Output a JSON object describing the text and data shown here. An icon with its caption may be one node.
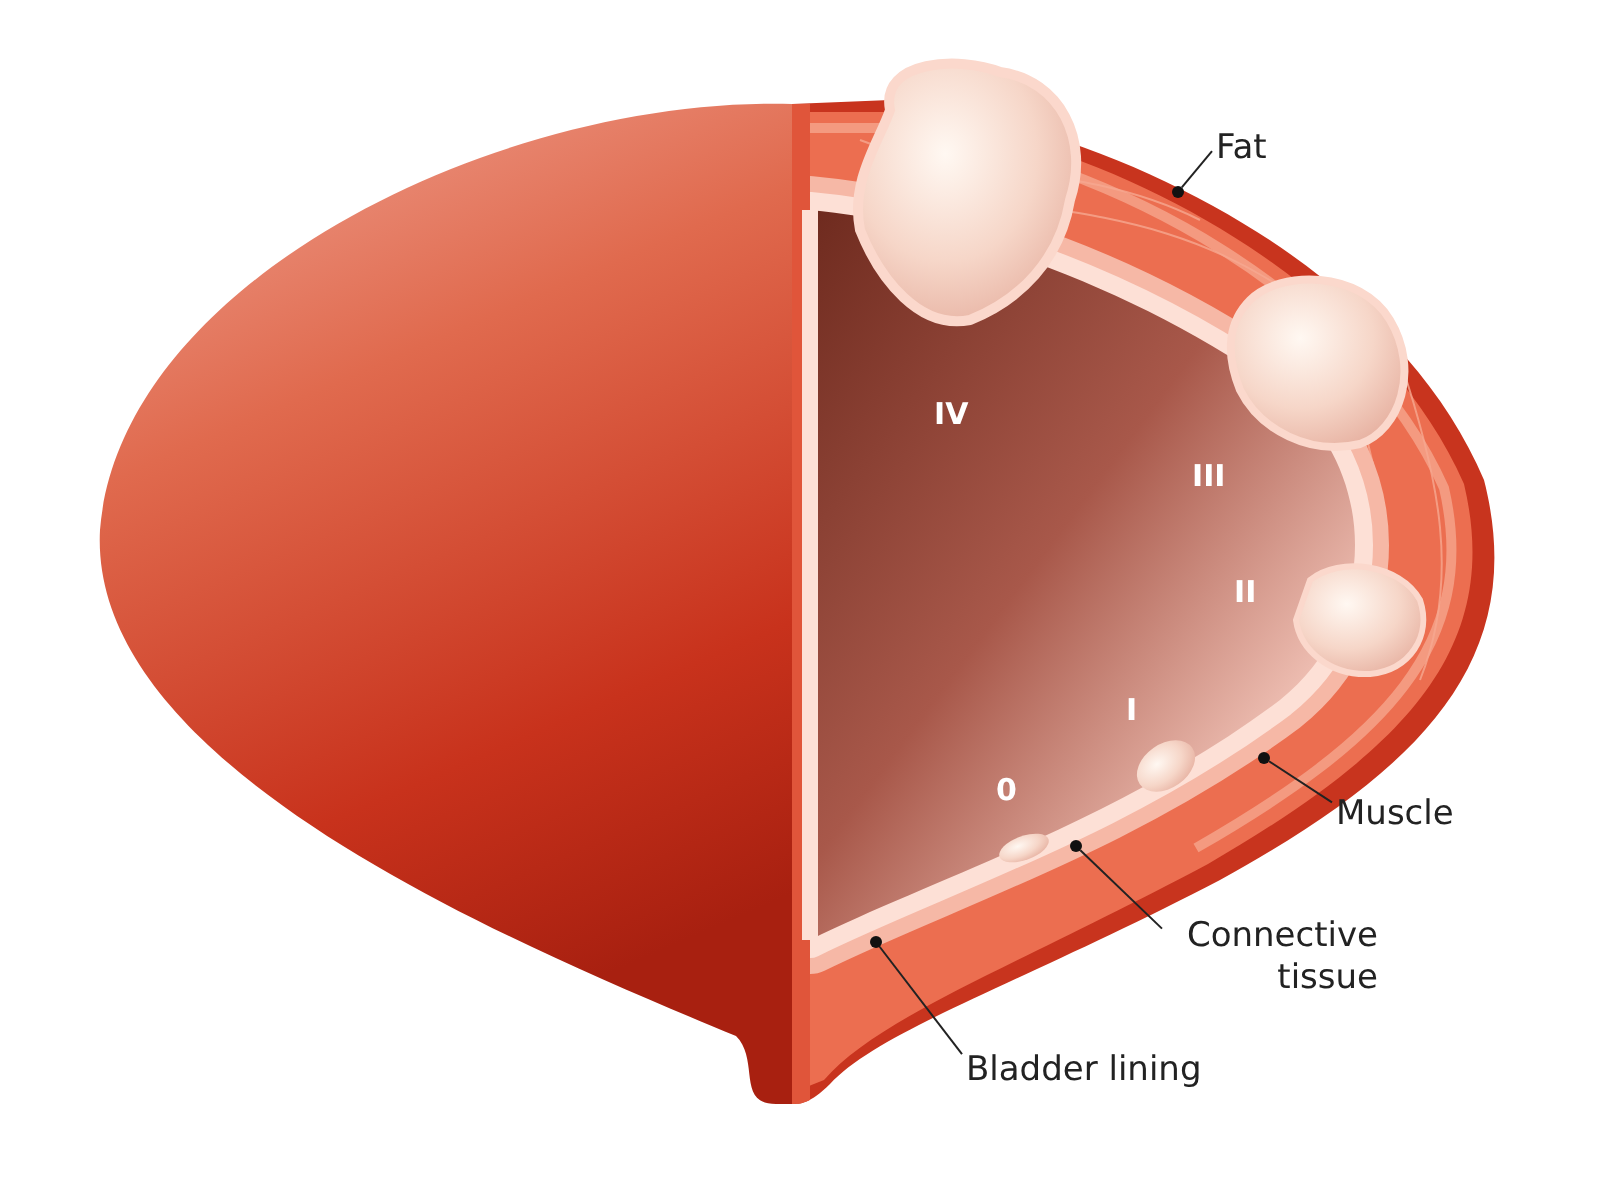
{
  "diagram": {
    "nodes": [
      {
        "text": [
          "Fat"
        ]
      },
      {
        "text": [
          "Muscle"
        ]
      },
      {
        "text": [
          "Connective tissue"
        ]
      },
      {
        "text": [
          "Bladder lining"
        ]
      },
      {
        "text": [],
        "shape": "circle"
      },
      {
        "text": [],
        "shape": "circle"
      },
      {
        "text": [],
        "shape": "circle"
      },
      {
        "text": [],
        "shape": "circle"
      }
    ],
    "edges": [
      {
        "from": 0,
        "to": 4,
        "arrow": "none"
      },
      {
        "from": 1,
        "to": 5,
        "arrow": "none"
      },
      {
        "from": 2,
        "to": 6,
        "arrow": "none"
      },
      {
        "from": 3,
        "to": 7,
        "arrow": "none"
      }
    ],
    "labels": [
      "IV",
      "III",
      "II",
      "I",
      "0"
    ]
  }
}
